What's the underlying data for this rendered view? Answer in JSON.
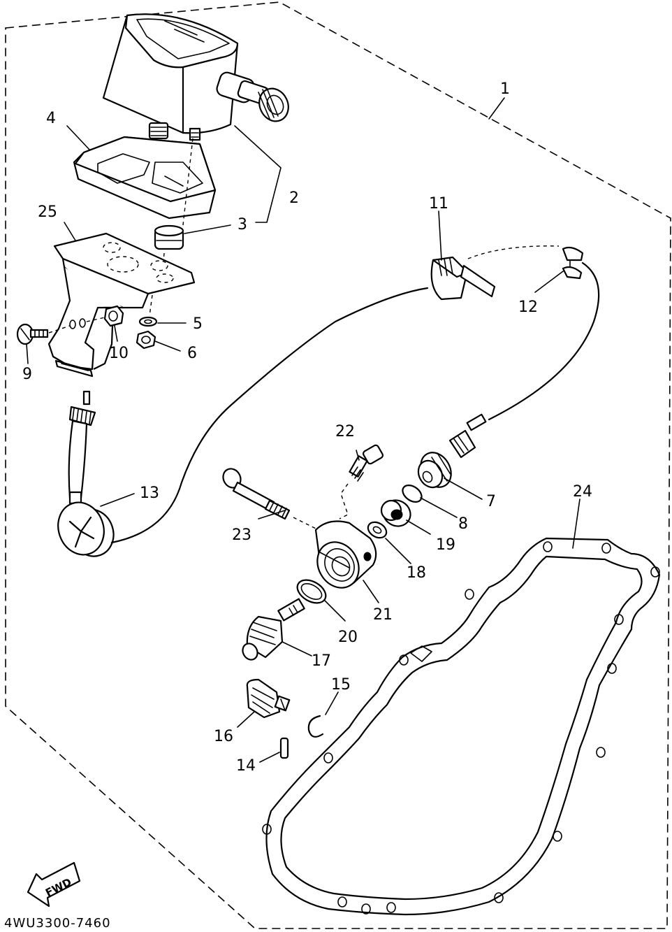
{
  "diagram": {
    "part_code": "4WU3300-7460",
    "direction_arrow": "FWD",
    "callouts": [
      "1",
      "2",
      "3",
      "4",
      "5",
      "6",
      "7",
      "8",
      "9",
      "10",
      "11",
      "12",
      "13",
      "14",
      "15",
      "16",
      "17",
      "18",
      "19",
      "20",
      "21",
      "22",
      "23",
      "24",
      "25"
    ]
  }
}
